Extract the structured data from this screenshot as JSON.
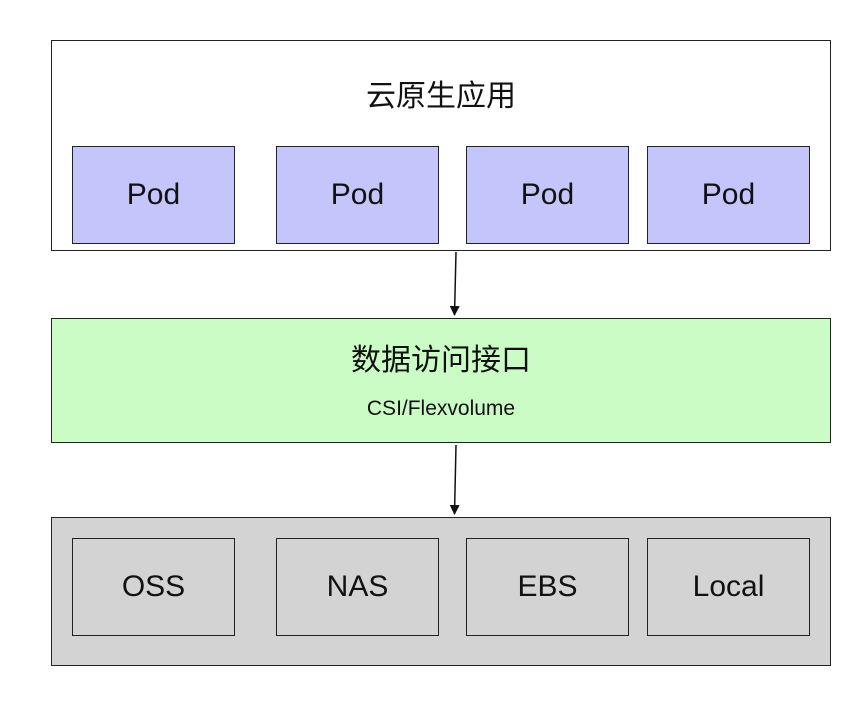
{
  "app_layer": {
    "title": "云原生应用",
    "pods": [
      "Pod",
      "Pod",
      "Pod",
      "Pod"
    ]
  },
  "interface_layer": {
    "title": "数据访问接口",
    "subtitle": "CSI/Flexvolume"
  },
  "storage_layer": {
    "items": [
      "OSS",
      "NAS",
      "EBS",
      "Local"
    ]
  },
  "colors": {
    "pod_fill": "#c3c5fb",
    "interface_fill": "#ccfcc6",
    "storage_fill": "#d3d3d3",
    "border": "#222222"
  }
}
